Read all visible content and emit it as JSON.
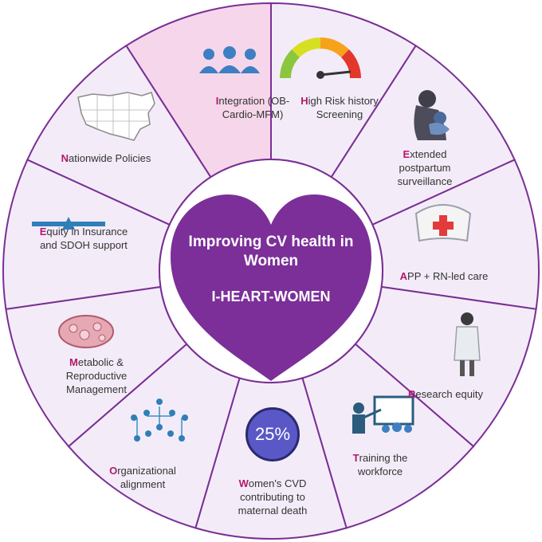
{
  "colors": {
    "ring_fill": "#f3ecf8",
    "ring_highlight": "#f6d6ea",
    "ring_border": "#7a2f95",
    "heart": "#7c2f98",
    "accent_letter": "#b5176e",
    "badge": "#5a58c7"
  },
  "center": {
    "title": "Improving CV health in Women",
    "subtitle": "I-HEART-WOMEN"
  },
  "badge": {
    "text": "25%"
  },
  "segments": [
    {
      "id": "integration",
      "first": "I",
      "rest": "ntegration (OB-Cardio-MFM)",
      "icon": "people-group-icon",
      "highlight": true
    },
    {
      "id": "high-risk",
      "first": "H",
      "rest": "igh Risk history Screening",
      "icon": "gauge-icon",
      "highlight": false
    },
    {
      "id": "extended",
      "first": "E",
      "rest": "xtended postpartum surveillance",
      "icon": "mother-baby-icon",
      "highlight": false
    },
    {
      "id": "app-rn",
      "first": "A",
      "rest": "PP + RN-led care",
      "icon": "nurse-cap-icon",
      "highlight": false
    },
    {
      "id": "research",
      "first": "R",
      "rest": "esearch equity",
      "icon": "scientist-icon",
      "highlight": false
    },
    {
      "id": "training",
      "first": "T",
      "rest": "raining the workforce",
      "icon": "teacher-board-icon",
      "highlight": false
    },
    {
      "id": "womens-cvd",
      "first": "W",
      "rest": "omen's CVD contributing to maternal death",
      "icon": "percent-badge-icon",
      "highlight": false
    },
    {
      "id": "organizational",
      "first": "O",
      "rest": "rganizational alignment",
      "icon": "org-network-icon",
      "highlight": false
    },
    {
      "id": "metabolic",
      "first": "M",
      "rest": "etabolic & Reproductive Management",
      "icon": "ovary-tissue-icon",
      "highlight": false
    },
    {
      "id": "equity",
      "first": "E",
      "rest": "quity in Insurance and SDOH support",
      "icon": "balance-scale-icon",
      "highlight": false
    },
    {
      "id": "nationwide",
      "first": "N",
      "rest": "ationwide Policies",
      "icon": "us-map-icon",
      "highlight": false
    }
  ]
}
